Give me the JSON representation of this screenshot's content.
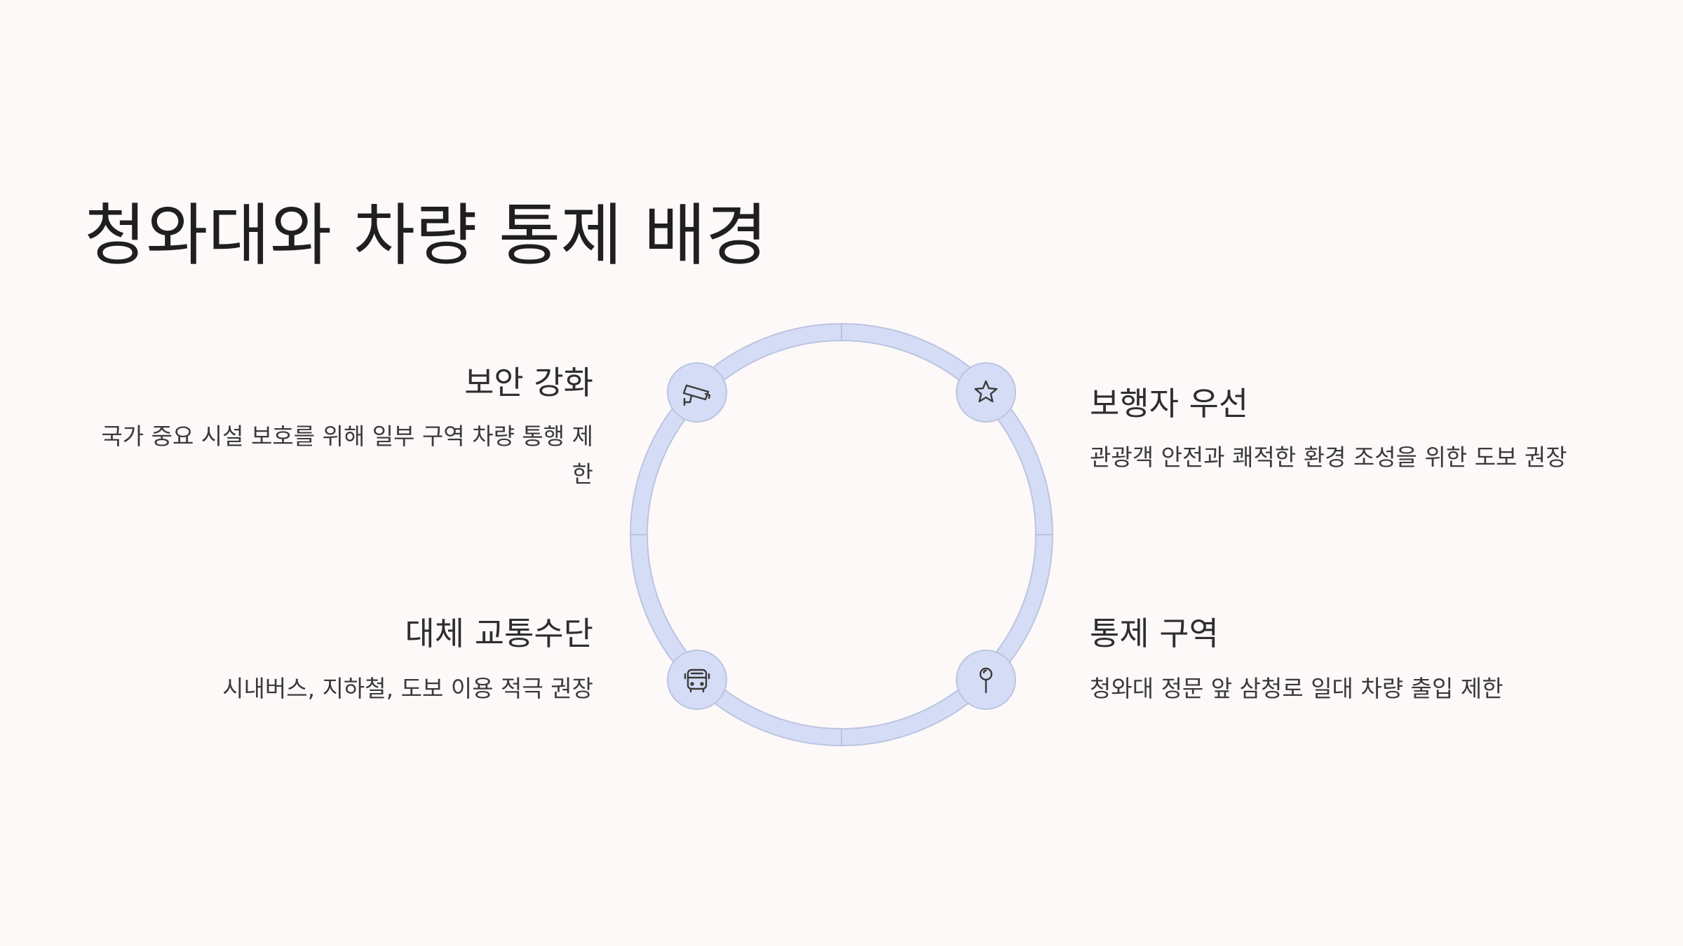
{
  "title": "청와대와 차량 통제 배경",
  "colors": {
    "ring": "#d5dcf5",
    "ring_border": "#bcc4e2",
    "node_fill": "#d5dcf5",
    "icon_stroke": "#3a3a3a",
    "background": "#fdf9f8"
  },
  "items": {
    "security": {
      "heading": "보안 강화",
      "text": "국가 중요 시설 보호를 위해 일부 구역 차량 통행 제한",
      "icon": "cctv-camera-icon"
    },
    "pedestrian": {
      "heading": "보행자 우선",
      "text": "관광객 안전과 쾌적한 환경 조성을 위한 도보 권장",
      "icon": "star-icon"
    },
    "transit": {
      "heading": "대체 교통수단",
      "text": "시내버스, 지하철, 도보 이용 적극 권장",
      "icon": "bus-icon"
    },
    "zone": {
      "heading": "통제 구역",
      "text": "청와대 정문 앞 삼청로 일대 차량 출입 제한",
      "icon": "map-pin-icon"
    }
  }
}
